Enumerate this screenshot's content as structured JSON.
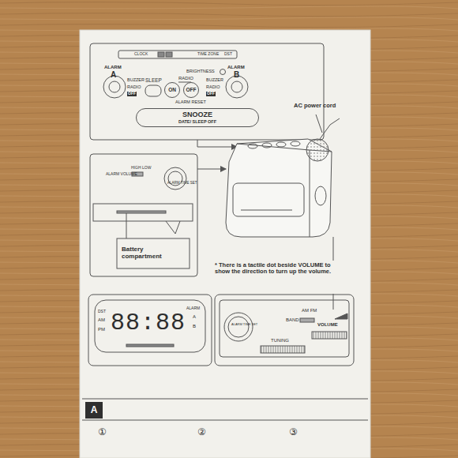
{
  "diagram": {
    "nodes": [
      {
        "text": [
          "SNOOZE",
          "DATE/ SLEEP OFF"
        ]
      },
      {
        "text": [
          "ON"
        ]
      },
      {
        "text": [
          "OFF"
        ]
      },
      {
        "text": [
          "A"
        ]
      }
    ],
    "labels": [
      "CLOCK",
      "TIME ZONE",
      "DST",
      "ALARM",
      "A",
      "BUZZER",
      "RADIO",
      "OFF",
      "SLEEP",
      "RADIO",
      "BRIGHTNESS",
      "ALARM",
      "B",
      "BUZZER",
      "RADIO",
      "OFF",
      "ALARM RESET",
      "AC power cord",
      "ALARM VOLUME",
      "HIGH",
      "LOW",
      "ALARM TIME SET",
      "Battery compartment",
      "* There is a tactile dot beside VOLUME to show the direction to turn up the volume.",
      "DST",
      "AM",
      "PM",
      "88:88",
      "ALARM",
      "A",
      "B",
      "AM FM",
      "BAND",
      "VOLUME",
      "ALARM TIME SET",
      "TUNING",
      "①",
      "②",
      "③"
    ]
  }
}
